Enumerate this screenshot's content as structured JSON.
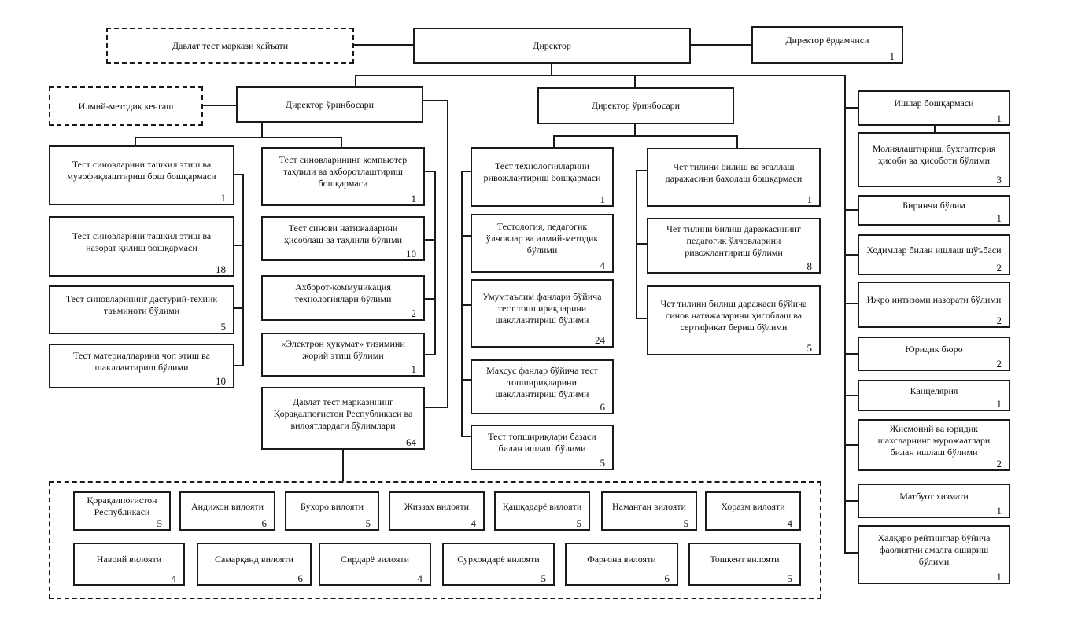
{
  "org": {
    "board": {
      "label": "Давлат тест маркази ҳайъати"
    },
    "director": {
      "label": "Директор"
    },
    "assistant": {
      "label": "Директор ёрдамчиси",
      "count": "1"
    },
    "council": {
      "label": "Илмий-методик кенгаш"
    },
    "deputy1": {
      "label": "Директор ўринбосари"
    },
    "deputy2": {
      "label": "Директор ўринбосари"
    },
    "col1": [
      {
        "label": "Тест синовларини ташкил этиш ва мувофиқлаштириш бош бошқармаси",
        "count": "1"
      },
      {
        "label": "Тест синовларини ташкил этиш ва назорат қилиш бошқармаси",
        "count": "18"
      },
      {
        "label": "Тест синовларининг дастурий-техник таъминоти бўлими",
        "count": "5"
      },
      {
        "label": "Тест материалларини чоп этиш ва шакллантириш бўлими",
        "count": "10"
      }
    ],
    "col2": [
      {
        "label": "Тест синовларининг компьютер таҳлили ва ахборотлаштириш бошқармаси",
        "count": "1"
      },
      {
        "label": "Тест синови натижаларини ҳисоблаш ва таҳлили бўлими",
        "count": "10"
      },
      {
        "label": "Ахборот-коммуникация технологиялари бўлими",
        "count": "2"
      },
      {
        "label": "«Электрон ҳукумат» тизимини жорий этиш бўлими",
        "count": "1"
      }
    ],
    "regional_head": {
      "label": "Давлат тест марказининг Қорақалпоғистон Республикаси ва вилоятлардаги бўлимлари",
      "count": "64"
    },
    "col3": [
      {
        "label": "Тест технологияларини ривожлантириш бошқармаси",
        "count": "1"
      },
      {
        "label": "Тестология, педагогик ўлчовлар ва илмий-методик бўлими",
        "count": "4"
      },
      {
        "label": "Умумтаълим фанлари бўйича тест топшириқларини шакллантириш бўлими",
        "count": "24"
      },
      {
        "label": "Махсус фанлар бўйича тест топшириқларини шакллантириш бўлими",
        "count": "6"
      },
      {
        "label": "Тест топшириқлари базаси билан ишлаш бўлими",
        "count": "5"
      }
    ],
    "col4": [
      {
        "label": "Чет тилини билиш ва эгаллаш даражасини баҳолаш бошқармаси",
        "count": "1"
      },
      {
        "label": "Чет тилини билиш даражасининг педагогик ўлчовларини ривожлантириш бўлими",
        "count": "8"
      },
      {
        "label": "Чет тилини билиш даражаси бўйича синов натижаларини ҳисоблаш ва сертификат бериш бўлими",
        "count": "5"
      }
    ],
    "admin": [
      {
        "label": "Ишлар бошқармаси",
        "count": "1"
      },
      {
        "label": "Молиялаштириш, бухгалтерия ҳисоби ва ҳисоботи бўлими",
        "count": "3"
      },
      {
        "label": "Биринчи бўлим",
        "count": "1"
      },
      {
        "label": "Ходимлар билан ишлаш шўъбаси",
        "count": "2"
      },
      {
        "label": "Ижро интизоми назорати бўлими",
        "count": "2"
      },
      {
        "label": "Юридик бюро",
        "count": "2"
      },
      {
        "label": "Канцелярия",
        "count": "1"
      },
      {
        "label": "Жисмоний ва юридик шахсларнинг мурожаатлари билан ишлаш бўлими",
        "count": "2"
      },
      {
        "label": "Матбуот хизмати",
        "count": "1"
      },
      {
        "label": "Халқаро рейтинглар бўйича фаолиятни амалга ошириш бўлими",
        "count": "1"
      }
    ],
    "regions_row1": [
      {
        "label": "Қорақалпоғистон Республикаси",
        "count": "5"
      },
      {
        "label": "Андижон вилояти",
        "count": "6"
      },
      {
        "label": "Бухоро вилояти",
        "count": "5"
      },
      {
        "label": "Жиззах вилояти",
        "count": "4"
      },
      {
        "label": "Қашқадарё вилояти",
        "count": "5"
      },
      {
        "label": "Наманган вилояти",
        "count": "5"
      },
      {
        "label": "Хоразм вилояти",
        "count": "4"
      }
    ],
    "regions_row2": [
      {
        "label": "Навоий вилояти",
        "count": "4"
      },
      {
        "label": "Самарқанд вилояти",
        "count": "6"
      },
      {
        "label": "Сирдарё вилояти",
        "count": "4"
      },
      {
        "label": "Сурхондарё вилояти",
        "count": "5"
      },
      {
        "label": "Фарғона вилояти",
        "count": "6"
      },
      {
        "label": "Тошкент вилояти",
        "count": "5"
      }
    ]
  }
}
